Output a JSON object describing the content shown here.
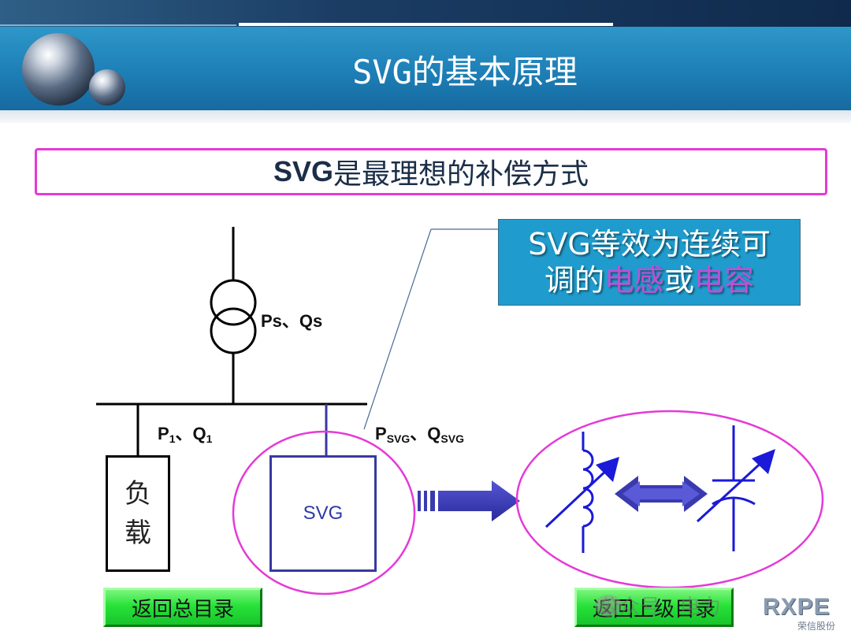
{
  "header": {
    "title": "SVG的基本原理"
  },
  "subtitle": {
    "strong": "SVG",
    "rest": "是最理想的补偿方式"
  },
  "callout": {
    "line1": "SVG等效为连续可",
    "line2_prefix": "调的",
    "line2_hl1": "电感",
    "line2_mid": "或",
    "line2_hl2": "电容"
  },
  "diagram": {
    "source_label": "Ps、Qs",
    "load_label_main_p": "P",
    "load_label_sub1": "1",
    "load_label_sep": "、Q",
    "load_label_sub2": "1",
    "svg_label_p": "P",
    "svg_label_sub_p": "SVG",
    "svg_label_sep": "、Q",
    "svg_label_sub_q": "SVG",
    "load_box_line1": "负",
    "load_box_line2": "载",
    "svg_box_text": "SVG"
  },
  "nav": {
    "home": "返回总目录",
    "up": "返回上级目录"
  },
  "watermark": {
    "text": "公众号 · 电力",
    "logo": "RXPE",
    "logo_sub": "荣信股份"
  },
  "colors": {
    "magenta": "#e53ad7",
    "navy_line": "#3838a0",
    "arrow_blue": "#3a3ab0",
    "symbol_blue": "#1a1ad8",
    "callout_bg": "#1f9ccd"
  }
}
